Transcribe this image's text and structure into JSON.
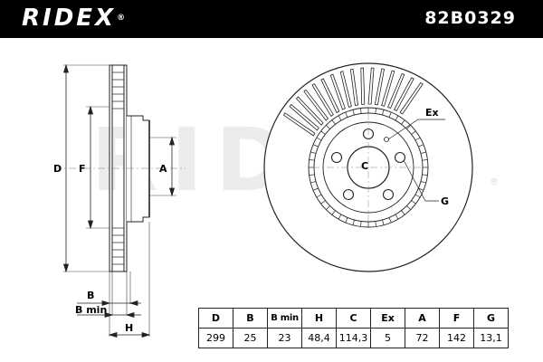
{
  "header": {
    "brand": "RIDEX",
    "part_number": "82B0329"
  },
  "watermark": "RIDEX",
  "labels": {
    "D": "D",
    "F": "F",
    "A": "A",
    "B": "B",
    "B_min": "B min",
    "H": "H",
    "C": "C",
    "Ex": "Ex",
    "G": "G"
  },
  "spec_table": {
    "headers": [
      "D",
      "B",
      "B min",
      "H",
      "C",
      "Ex",
      "A",
      "F",
      "G"
    ],
    "values": [
      "299",
      "25",
      "23",
      "48,4",
      "114,3",
      "5",
      "72",
      "142",
      "13,1"
    ]
  }
}
